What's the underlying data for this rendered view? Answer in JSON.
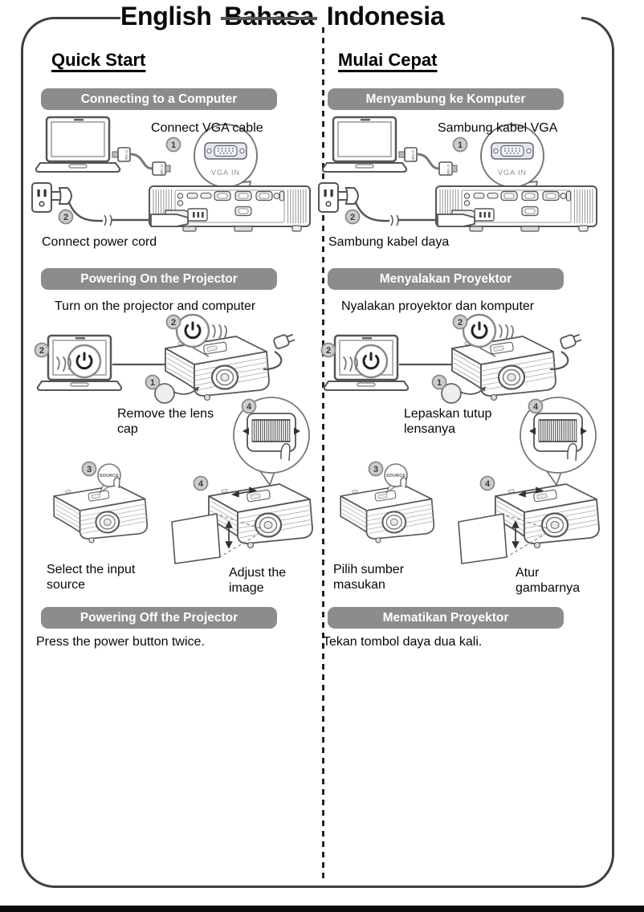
{
  "title": {
    "english": "English",
    "bahasa": "Bahasa",
    "indonesia": "Indonesia"
  },
  "steps": {
    "s1": "1",
    "s2": "2",
    "s3": "3",
    "s4": "4"
  },
  "illustrations": {
    "vga_in": "VGA IN",
    "d_sub": "D-Sub",
    "source": "SOURCE"
  },
  "colors": {
    "header_bar": "#8c8c8c",
    "border": "#3f3f3f",
    "header_text": "#ffffff"
  },
  "en": {
    "heading": "Quick Start",
    "sec1_header": "Connecting to a Computer",
    "connect_vga": "Connect VGA cable",
    "connect_power": "Connect power cord",
    "sec2_header": "Powering On the Projector",
    "turn_on": "Turn on the projector and computer",
    "remove_lens_1": "Remove the lens",
    "remove_lens_2": "cap",
    "select_source_1": "Select the input",
    "select_source_2": "source",
    "adjust_1": "Adjust the",
    "adjust_2": "image",
    "sec3_header": "Powering Off the Projector",
    "power_off": "Press the power button twice."
  },
  "ind": {
    "heading": "Mulai Cepat",
    "sec1_header": "Menyambung ke Komputer",
    "connect_vga": "Sambung kabel VGA",
    "connect_power": "Sambung kabel daya",
    "sec2_header": "Menyalakan Proyektor",
    "turn_on": "Nyalakan proyektor dan komputer",
    "remove_lens_1": "Lepaskan tutup",
    "remove_lens_2": "lensanya",
    "select_source_1": "Pilih sumber",
    "select_source_2": "masukan",
    "adjust_1": "Atur",
    "adjust_2": "gambarnya",
    "sec3_header": "Mematikan Proyektor",
    "power_off": "Tekan tombol daya dua kali."
  }
}
